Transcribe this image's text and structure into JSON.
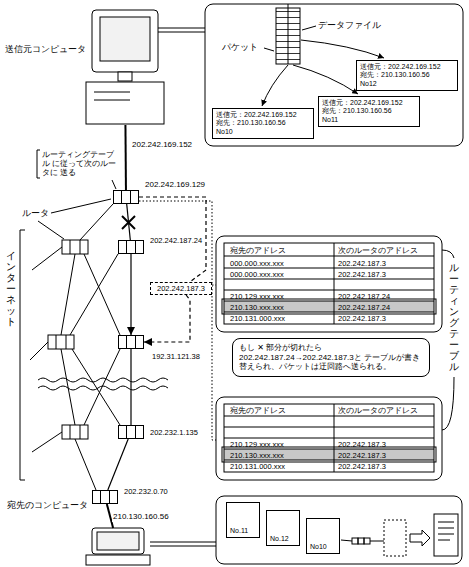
{
  "diagram": {
    "nodes": [
      {
        "text": [
          "送信元コンピュータ",
          "202.242.169.152"
        ]
      },
      {
        "text": [
          "202.242.169.129"
        ]
      },
      {
        "text": [
          "202.242.187.24"
        ]
      },
      {
        "text": [
          "202.242.187.3"
        ]
      },
      {
        "text": [
          "192.31.121.38"
        ]
      },
      {
        "text": [
          "202.232.1.135"
        ]
      },
      {
        "text": [
          "202.232.0.70"
        ]
      },
      {
        "text": [
          "210.130.160.56",
          "宛先のコンピュータ"
        ]
      },
      {
        "text": [
          "送信元：202.242.169.152",
          "宛先：210.130.160.56",
          "No12"
        ]
      },
      {
        "text": [
          "送信元：202.242.169.152",
          "宛先：210.130.160.56",
          "No11"
        ]
      },
      {
        "text": [
          "送信元：202.242.169.152",
          "宛先：210.130.160.56",
          "No10"
        ]
      },
      {
        "text": [
          "もし ✕ 部分が切れたら 202.242.187.24→202.242.187.3と テーブルが書き替えられ、パケットは迂回路へ送られる。"
        ]
      },
      {
        "text": [
          "No.11"
        ]
      },
      {
        "text": [
          "No.12"
        ]
      },
      {
        "text": [
          "No10"
        ]
      }
    ],
    "edges": [
      {
        "from": 0,
        "to": 1,
        "arrow": "none"
      },
      {
        "from": 1,
        "to": 2,
        "arrow": "none"
      },
      {
        "from": 1,
        "to": 3,
        "arrow": "none"
      },
      {
        "from": 3,
        "to": 4,
        "arrow": "to"
      },
      {
        "from": 2,
        "to": 4,
        "arrow": "to"
      },
      {
        "from": 4,
        "to": 5,
        "arrow": "none"
      },
      {
        "from": 5,
        "to": 6,
        "arrow": "none"
      },
      {
        "from": 6,
        "to": 7,
        "arrow": "none"
      }
    ],
    "labels": [
      "データファイル",
      "パケット",
      "ルーティングテーブル に従って次のルータに 送る",
      "ルータ",
      "インターネット",
      "ルーティングテーブル",
      "宛先のアドレス",
      "次のルータのアドレス",
      "000.000.xxx.xxx",
      "202.242.187.3",
      "000.000.xxx.xxx",
      "202.242.187.3",
      "210.129.xxx.xxx",
      "202.242.187.24",
      "210.130.xxx.xxx",
      "202.242.187.24",
      "210.131.000.xxx",
      "202.242.187.3",
      "宛先のアドレス",
      "次のルータのアドレス",
      "210.129.xxx.xxx",
      "202.242.187.3",
      "210.130.xxx.xxx",
      "202.242.187.3",
      "210.131.000.xxx",
      "202.242.187.3"
    ]
  }
}
